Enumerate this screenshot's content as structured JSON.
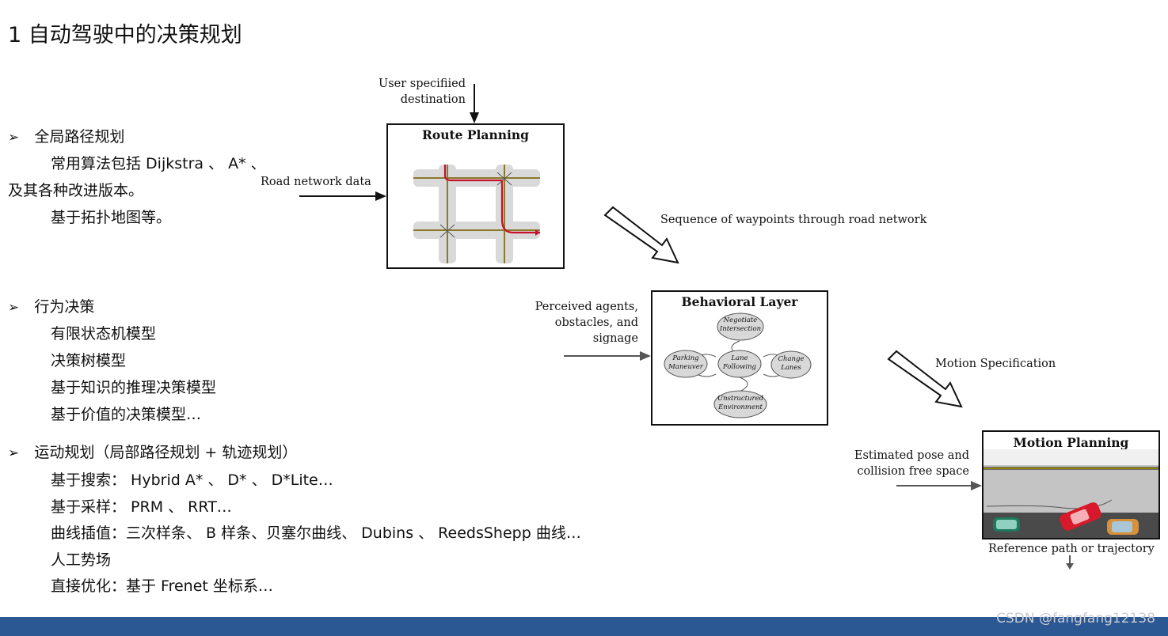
{
  "title": "1 自动驾驶中的决策规划",
  "sections": [
    {
      "heading": "全局路径规划",
      "lines": [
        "常用算法包括 Dijkstra 、 A* 、",
        "及其各种改进版本。",
        "基于拓扑地图等。"
      ]
    },
    {
      "heading": "行为决策",
      "lines": [
        "有限状态机模型",
        "决策树模型",
        "基于知识的推理决策模型",
        "基于价值的决策模型…"
      ]
    },
    {
      "heading": "运动规划（局部路径规划 + 轨迹规划）",
      "lines": [
        "基于搜索： Hybrid A* 、 D* 、 D*Lite…",
        "基于采样： PRM 、 RRT…",
        "曲线插值：三次样条、 B 样条、贝塞尔曲线、 Dubins 、 ReedsShepp 曲线…",
        "人工势场",
        "直接优化：基于 Frenet 坐标系…"
      ]
    }
  ],
  "bullet_symbol": "➢",
  "diagram": {
    "user_destination": [
      "User specifiied",
      "destination"
    ],
    "road_network_data": "Road network data",
    "route_planning_title": "Route Planning",
    "waypoints_label": "Sequence of waypoints through road network",
    "perceived_agents": [
      "Perceived agents,",
      "obstacles, and",
      "signage"
    ],
    "behavioral_layer_title": "Behavioral Layer",
    "behavior_states": {
      "negotiate": [
        "Negotiate",
        "Intersection"
      ],
      "parking": [
        "Parking",
        "Maneuver"
      ],
      "lane": [
        "Lane",
        "Following"
      ],
      "change": [
        "Change",
        "Lanes"
      ],
      "unstructured": [
        "Unstructured",
        "Environment"
      ]
    },
    "motion_spec_label": "Motion Specification",
    "estimated_pose": [
      "Estimated pose and",
      "collision free space"
    ],
    "motion_planning_title": "Motion Planning",
    "reference_path": "Reference path or trajectory"
  },
  "watermark": "CSDN @fangfang12138"
}
